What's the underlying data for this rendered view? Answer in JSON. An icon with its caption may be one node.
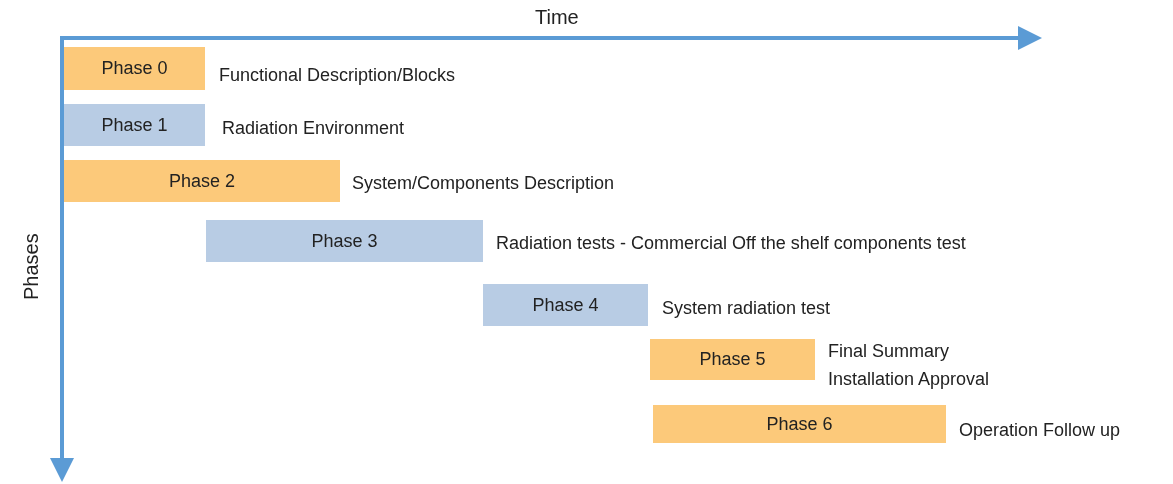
{
  "diagram": {
    "nodes": [
      {
        "text": [
          "Phase 0"
        ],
        "beside": [
          "Functional Description/Blocks"
        ]
      },
      {
        "text": [
          "Phase 1"
        ],
        "beside": [
          "Radiation Environment"
        ]
      },
      {
        "text": [
          "Phase 2"
        ],
        "beside": [
          "System/Components Description"
        ]
      },
      {
        "text": [
          "Phase 3"
        ],
        "beside": [
          "Radiation tests - Commercial Off the shelf components test"
        ]
      },
      {
        "text": [
          "Phase 4"
        ],
        "beside": [
          "System radiation test"
        ]
      },
      {
        "text": [
          "Phase 5"
        ],
        "beside": [
          "Final Summary Installation Approval"
        ]
      },
      {
        "text": [
          "Phase 6"
        ],
        "beside": [
          "Operation Follow up"
        ]
      }
    ],
    "labels": [
      "Time",
      "Phases"
    ]
  }
}
